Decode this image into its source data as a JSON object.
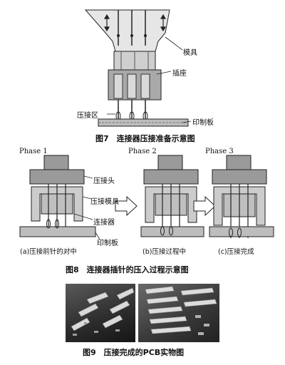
{
  "fig7": {
    "labels": {
      "mold": "模具",
      "socket": "插座",
      "press_zone": "压接区",
      "pcb": "印制板"
    },
    "caption": "图7　连接器压接准备示意图"
  },
  "fig8": {
    "phases": [
      "Phase 1",
      "Phase 2",
      "Phase 3"
    ],
    "labels": {
      "press_head": "压接头",
      "press_mold": "压接模具",
      "connector": "连接器",
      "pcb": "印制板"
    },
    "subcaptions": [
      "(a)压接前针的对中",
      "(b)压接过程中",
      "(c)压接完成"
    ],
    "caption": "图8　连接器插针的压入过程示意图"
  },
  "fig9": {
    "caption": "图9　压接完成的PCB实物图"
  }
}
